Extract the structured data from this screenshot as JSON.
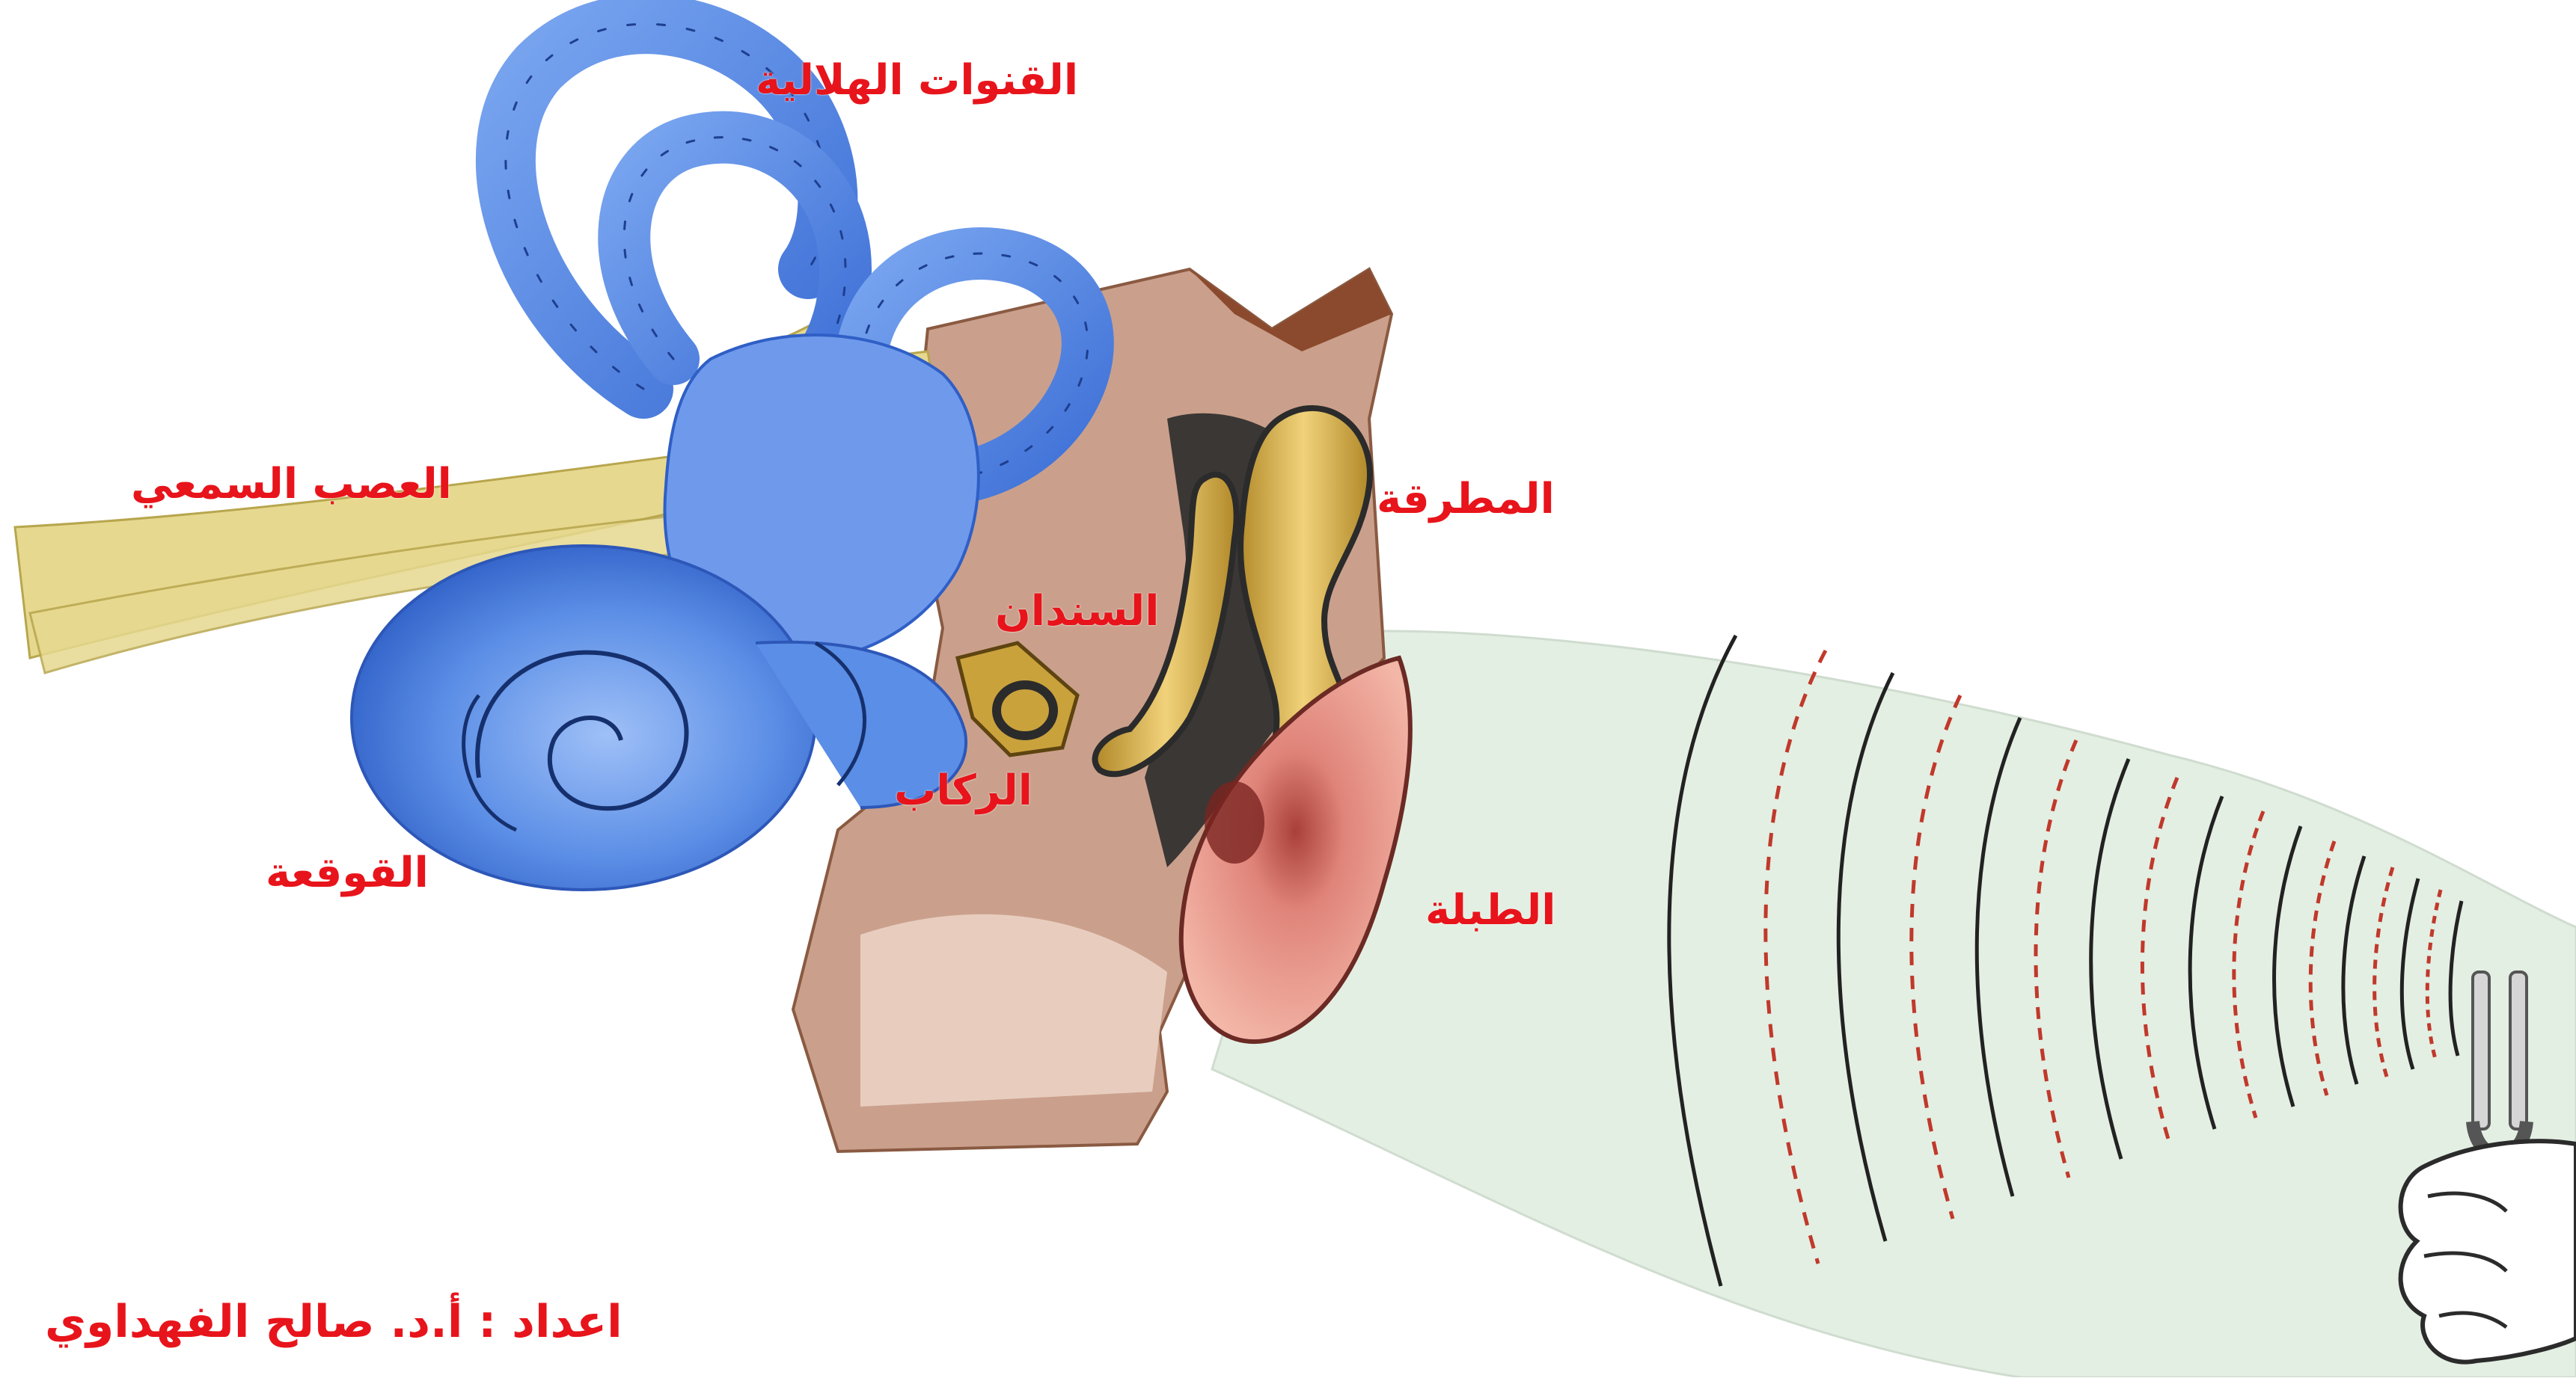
{
  "labels": {
    "semicircular_canals": "القنوات الهلالية",
    "auditory_nerve": "العصب السمعي",
    "malleus": "المطرقة",
    "incus": "السندان",
    "stapes": "الركاب",
    "cochlea": "القوقعة",
    "eardrum": "الطبلة"
  },
  "credit": "اعداد : أ.د. صالح الفهداوي",
  "colors": {
    "label": "#e8141b",
    "inner_ear": "#4a7fe0",
    "nerve": "#e0d28a",
    "bone": "#d8b24a",
    "tissue": "#c79a7e",
    "eardrum": "#d9786e",
    "sound_cone": "#e3efe3",
    "wave_solid": "#222222",
    "wave_dashed": "#c0392b"
  },
  "icons": [
    "tuning-fork-icon",
    "hand-icon"
  ]
}
